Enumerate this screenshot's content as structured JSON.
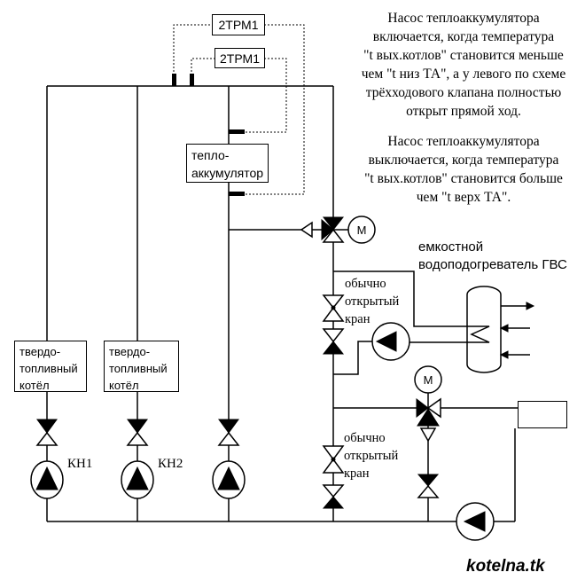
{
  "background": "#ffffff",
  "line_color": "#000000",
  "annotations": {
    "pump_on_note": "Насос теплоаккумулятора\nвключается, когда температура\n\"t вых.котлов\" становится меньше\nчем \"t низ ТА\", а у левого по схеме\nтрёхходового клапана полностью\nоткрыт прямой ход.",
    "pump_off_note": "Насос теплоаккумулятора\nвыключается, когда температура\n\"t вых.котлов\" становится больше\nчем \"t верх ТА\"."
  },
  "devices": {
    "controller1_label": "2ТРМ1",
    "controller2_label": "2ТРМ1",
    "heat_accumulator_label": "тепло-\nаккумулятор",
    "boiler1_label": "твердо-\nтопливный\nкотёл",
    "boiler2_label": "твердо-\nтопливный\nкотёл",
    "dhw_heater_label": "емкостной\nводоподогреватель ГВС",
    "motor1_label": "M",
    "motor2_label": "M"
  },
  "valve_notes": {
    "normally_open_1": "обычно\nоткрытый\nкран",
    "normally_open_2": "обычно\nоткрытый\nкран"
  },
  "pump_labels": {
    "kn1": "КН1",
    "kn2": "КН2"
  },
  "watermark": "kotelna.tk"
}
